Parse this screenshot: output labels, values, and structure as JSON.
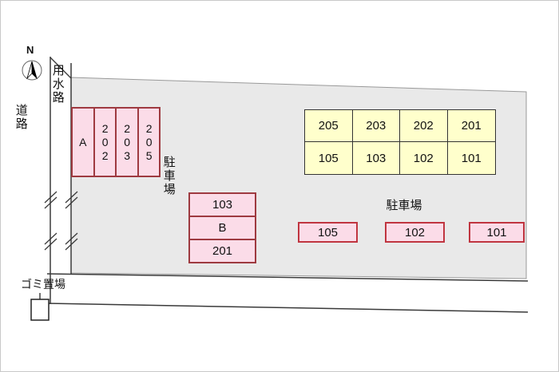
{
  "compass": {
    "label": "N"
  },
  "labels": {
    "waterway": "用水路",
    "road": "道路",
    "parking_lot_left": "駐車場",
    "parking_lot_right": "駐車場",
    "garbage_area": "ゴミ置場"
  },
  "stalls": {
    "cells": [
      "A",
      "202",
      "203",
      "205"
    ]
  },
  "building": {
    "cells": [
      "103",
      "B",
      "201"
    ]
  },
  "spaces_table": {
    "rows": [
      [
        "205",
        "203",
        "202",
        "201"
      ],
      [
        "105",
        "103",
        "102",
        "101"
      ]
    ]
  },
  "space_boxes": [
    "105",
    "102",
    "101"
  ],
  "colors": {
    "pink": "#fbdce8",
    "maroon": "#9e3a40",
    "red": "#c03540",
    "yellow": "#ffffcc",
    "site-gray": "#e9e9e9",
    "line": "#3a3a3a"
  }
}
